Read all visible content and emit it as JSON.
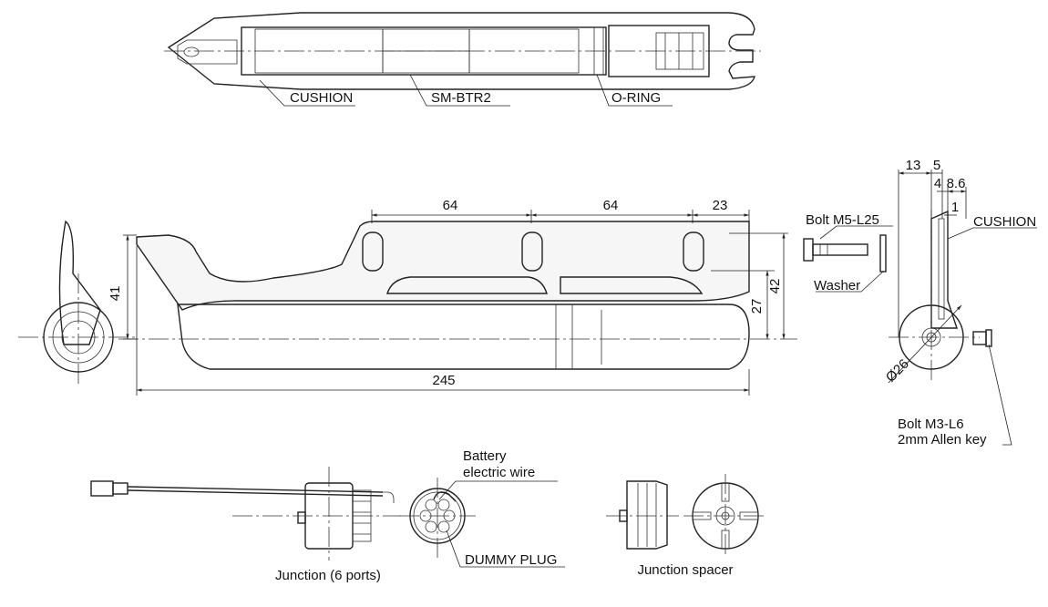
{
  "section_view": {
    "callouts": {
      "cushion": "CUSHION",
      "battery": "SM-BTR2",
      "oring": "O-RING"
    }
  },
  "side_view": {
    "dims": {
      "d64a": "64",
      "d64b": "64",
      "d23": "23",
      "d41": "41",
      "d27": "27",
      "d42": "42",
      "d245": "245"
    }
  },
  "end_view": {
    "dims": {
      "d13": "13",
      "d5": "5",
      "d4": "4",
      "d8_6": "8.6",
      "d1": "1",
      "dia26": "Ø26"
    },
    "callouts": {
      "cushion": "CUSHION",
      "bolt_m5": "Bolt M5-L25",
      "washer": "Washer",
      "bolt_m3_line1": "Bolt M3-L6",
      "bolt_m3_line2": "2mm Allen key"
    }
  },
  "junction": {
    "caption": "Junction (6 ports)",
    "wire_label_line1": "Battery",
    "wire_label_line2": "electric wire",
    "dummy_plug": "DUMMY PLUG"
  },
  "spacer": {
    "caption": "Junction spacer"
  }
}
